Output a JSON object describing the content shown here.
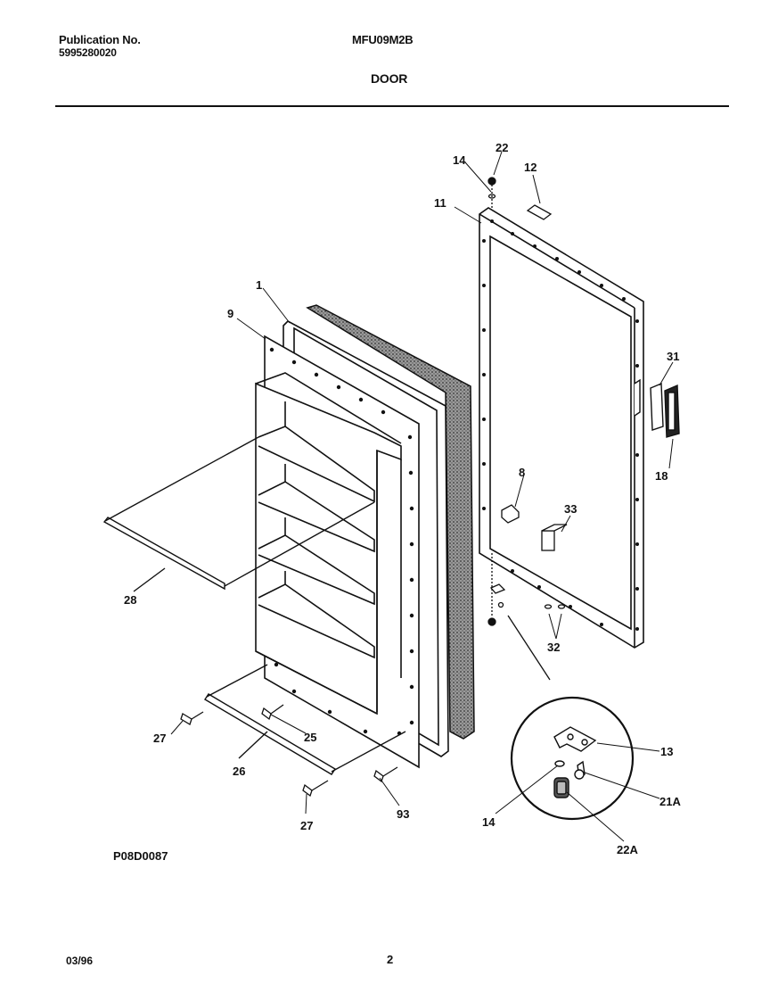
{
  "header": {
    "publication_label": "Publication No.",
    "publication_number": "5995280020",
    "model": "MFU09M2B",
    "section_title": "DOOR"
  },
  "diagram": {
    "code": "P08D0087",
    "callouts": {
      "c1": "1",
      "c9": "9",
      "c11": "11",
      "c12": "12",
      "c14a": "14",
      "c22": "22",
      "c31": "31",
      "c18": "18",
      "c8": "8",
      "c33": "33",
      "c32": "32",
      "c28": "28",
      "c27a": "27",
      "c25": "25",
      "c26": "26",
      "c27b": "27",
      "c93": "93",
      "c13": "13",
      "c14b": "14",
      "c21a": "21A",
      "c22a": "22A"
    }
  },
  "footer": {
    "date": "03/96",
    "page": "2"
  }
}
